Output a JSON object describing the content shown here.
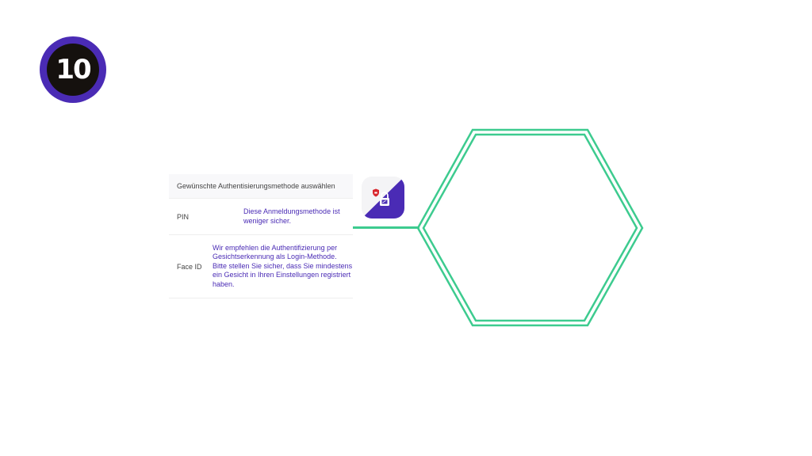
{
  "step": {
    "number": "10"
  },
  "auth_table": {
    "header": "Gewünschte Authentisierungsmethode auswählen",
    "rows": [
      {
        "label": "PIN",
        "description": "Diese Anmeldungsmethode ist weniger sicher."
      },
      {
        "label": "Face ID",
        "description": "Wir empfehlen die Authentifizierung per Gesichtserkennung als Login-Methode. Bitte stellen Sie sicher, dass Sie mindestens ein Gesicht in Ihren Einstellungen registriert haben."
      }
    ]
  },
  "app_icon": {
    "icon": "shield-lock-icon"
  },
  "colors": {
    "accent_purple": "#4a2bb5",
    "badge_dark": "#15110e",
    "connector_green": "#3dcb8f",
    "header_bg": "#f8f8fa"
  }
}
